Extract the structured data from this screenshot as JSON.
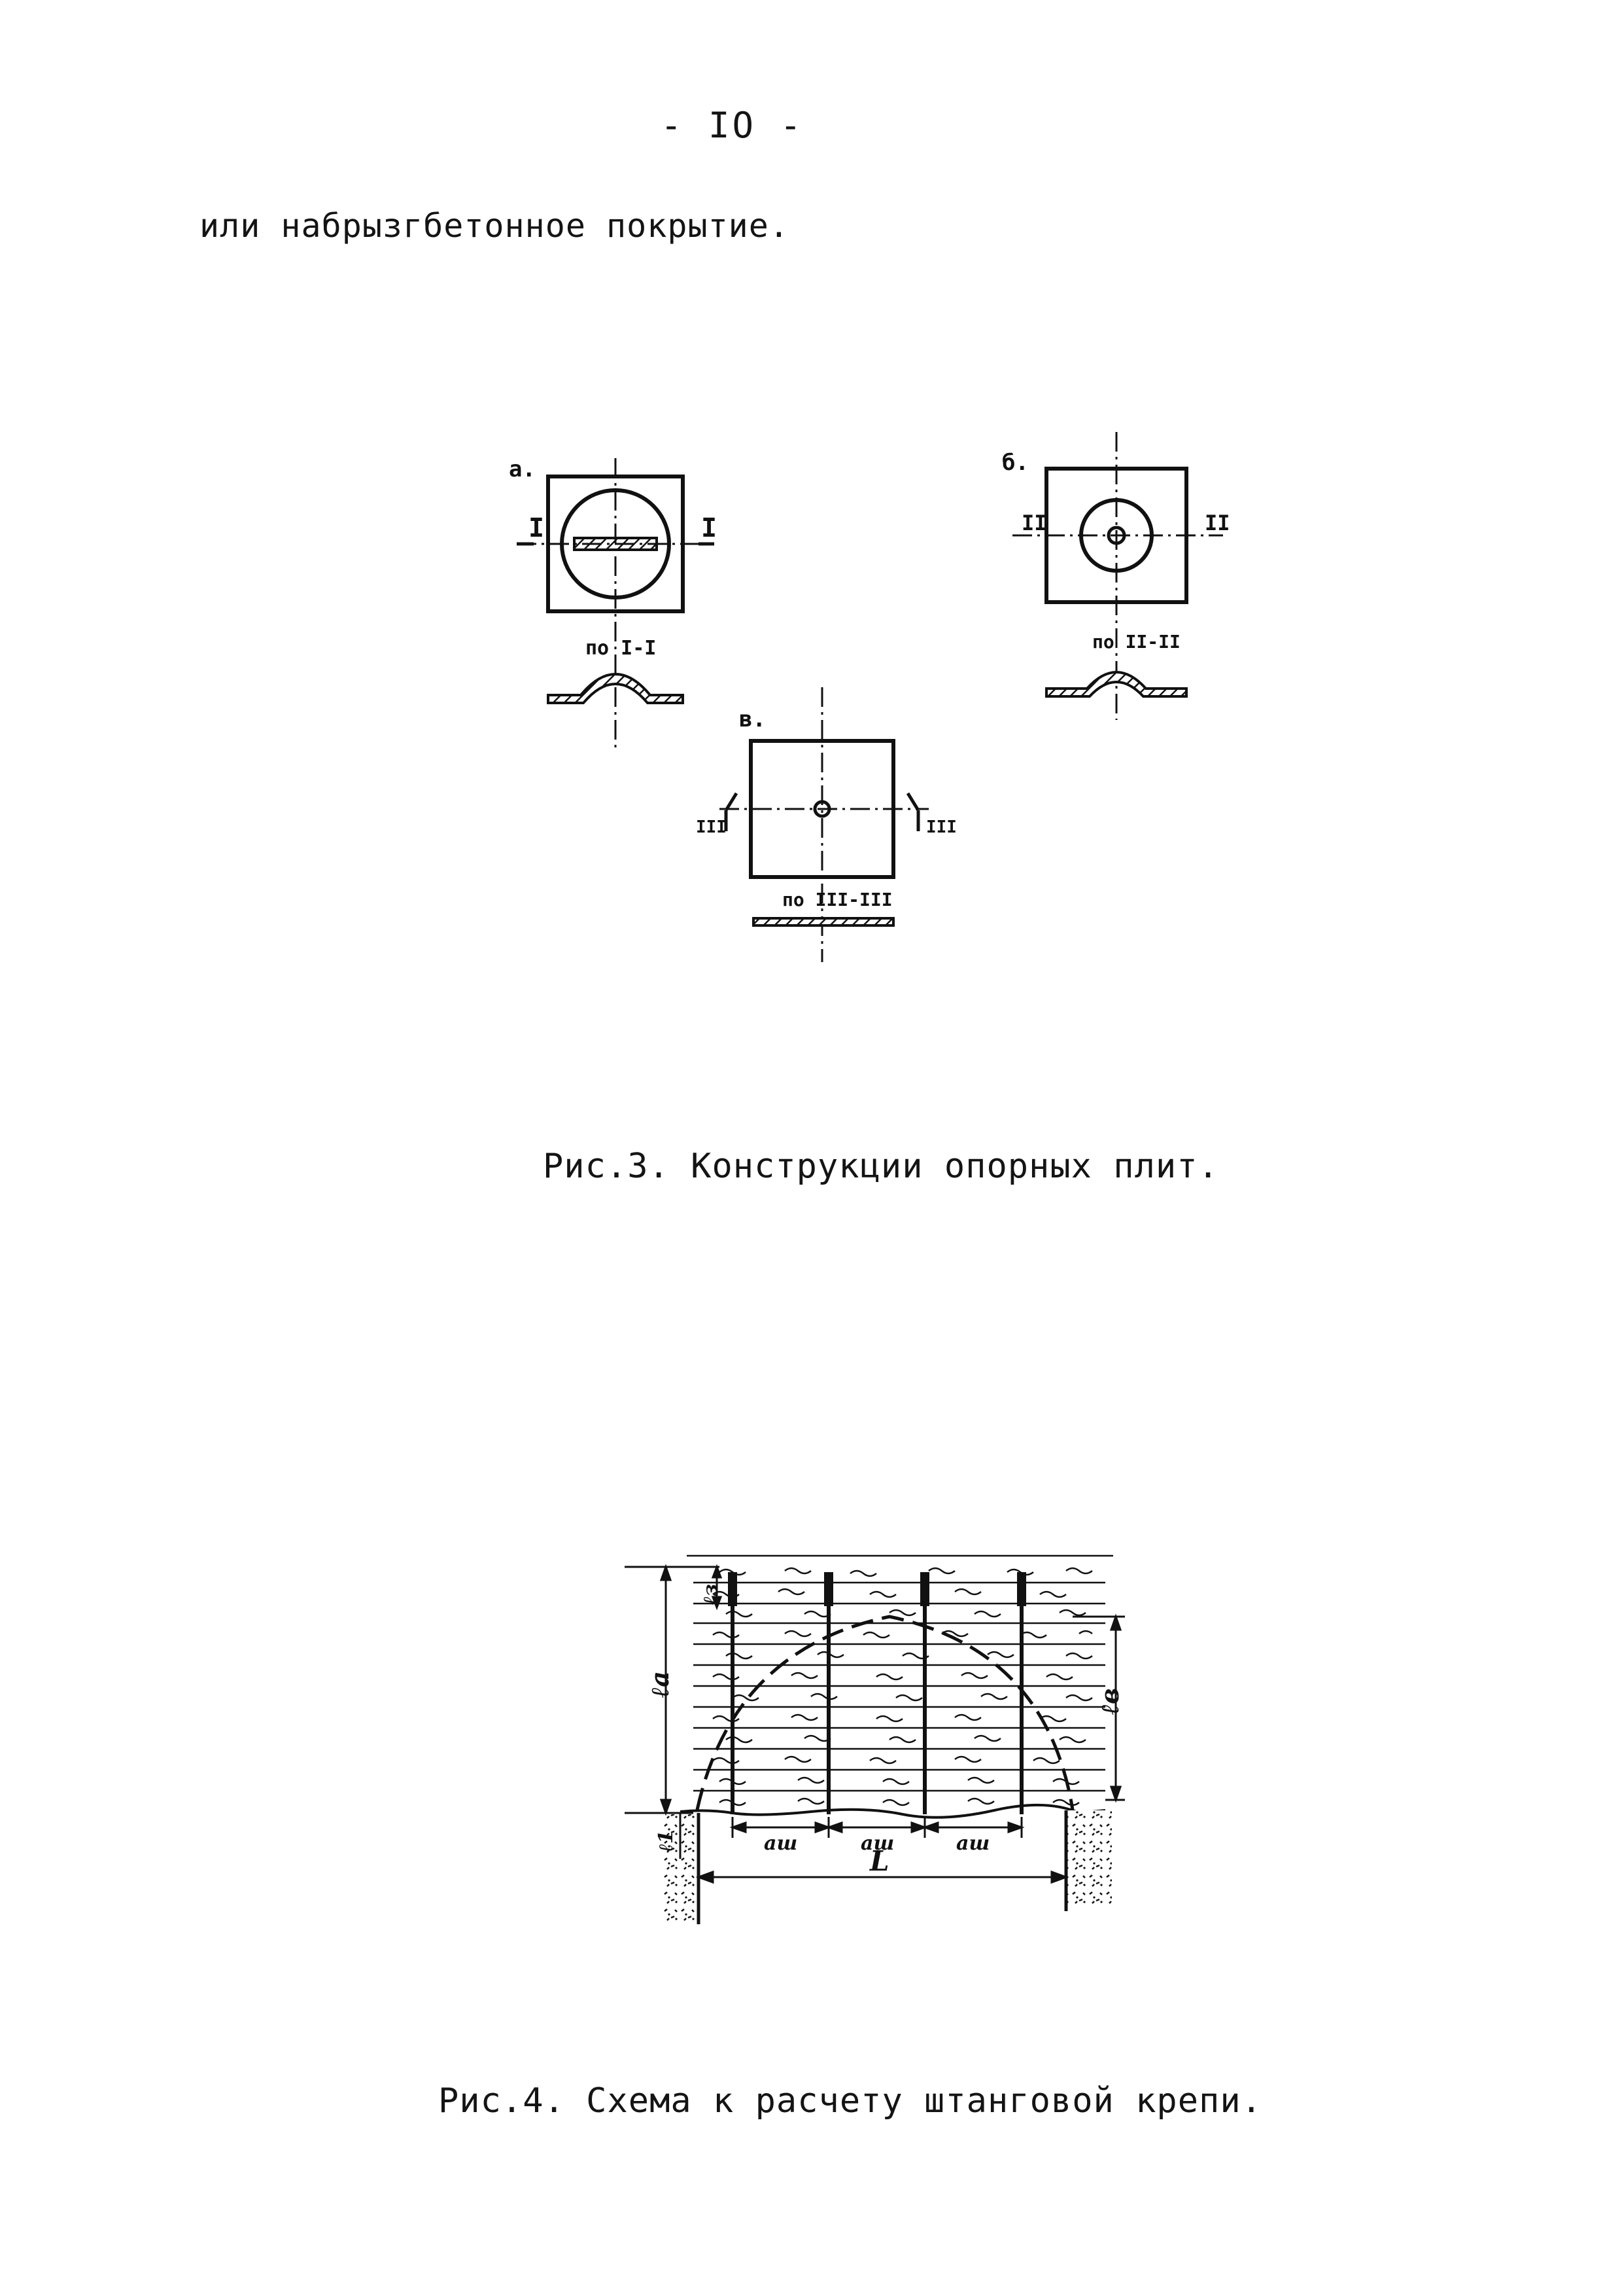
{
  "page": {
    "number": "- IO -",
    "body_text": "или набрызгбетонное покрытие."
  },
  "figure3": {
    "caption": "Рис.3. Конструкции опорных плит.",
    "variant_a": {
      "label": "а.",
      "section_mark_left": "I",
      "section_mark_right": "I",
      "section_label": "по I-I"
    },
    "variant_b": {
      "label": "б.",
      "section_mark_left": "II",
      "section_mark_right": "II",
      "section_label": "по II-II"
    },
    "variant_c": {
      "label": "в.",
      "section_mark_left": "III",
      "section_mark_right": "III",
      "section_label": "по III-III"
    }
  },
  "figure4": {
    "caption": "Рис.4. Схема к расчету штанговой крепи.",
    "labels": {
      "l_z": "ℓз",
      "l_a": "ℓа",
      "l_v": "ℓв",
      "l_1": "ℓ1",
      "a_sh": "aш",
      "span": "L"
    }
  }
}
